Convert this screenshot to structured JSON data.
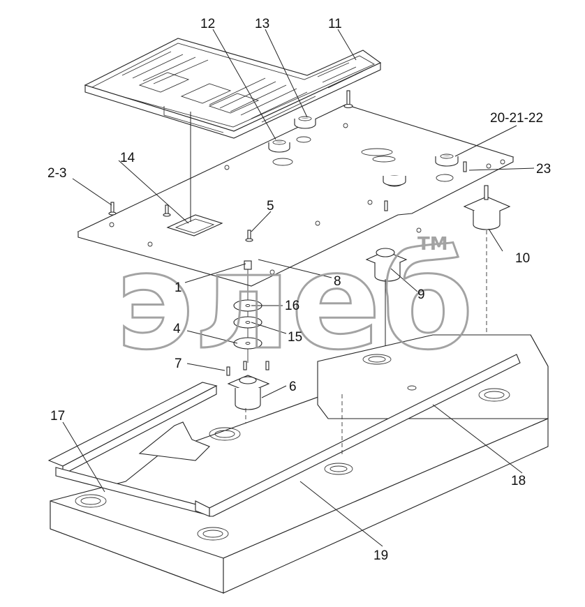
{
  "watermark": {
    "text": "элеб",
    "trademark": "TM"
  },
  "callouts": [
    {
      "id": "c12",
      "text": "12"
    },
    {
      "id": "c13",
      "text": "13"
    },
    {
      "id": "c11",
      "text": "11"
    },
    {
      "id": "c20",
      "text": "20-21-22"
    },
    {
      "id": "c14",
      "text": "14"
    },
    {
      "id": "c2",
      "text": "2-3"
    },
    {
      "id": "c23",
      "text": "23"
    },
    {
      "id": "c5",
      "text": "5"
    },
    {
      "id": "c10",
      "text": "10"
    },
    {
      "id": "c1",
      "text": "1"
    },
    {
      "id": "c8",
      "text": "8"
    },
    {
      "id": "c9",
      "text": "9"
    },
    {
      "id": "c16",
      "text": "16"
    },
    {
      "id": "c4",
      "text": "4"
    },
    {
      "id": "c15",
      "text": "15"
    },
    {
      "id": "c7",
      "text": "7"
    },
    {
      "id": "c6",
      "text": "6"
    },
    {
      "id": "c17",
      "text": "17"
    },
    {
      "id": "c18",
      "text": "18"
    },
    {
      "id": "c19",
      "text": "19"
    }
  ]
}
